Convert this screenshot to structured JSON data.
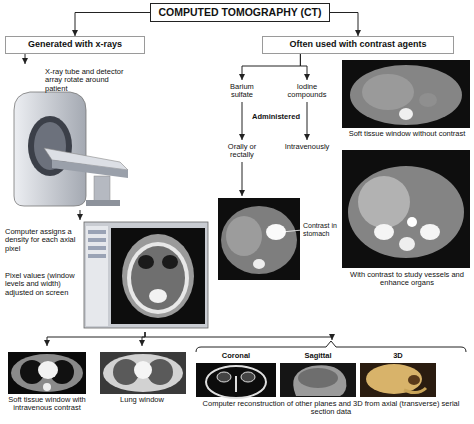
{
  "diagram": {
    "nodes": [
      {
        "text": [
          "COMPUTED TOMOGRAPHY (CT)"
        ]
      },
      {
        "text": [
          "Generated with x-rays"
        ]
      },
      {
        "text": [
          "Often used with contrast agents"
        ]
      },
      {
        "text": [
          "Barium sulfate"
        ]
      },
      {
        "text": [
          "Iodine compounds"
        ]
      },
      {
        "text": [
          "Orally or rectally"
        ]
      },
      {
        "text": [
          "Intravenously"
        ]
      },
      {
        "text": [
          "X-ray tube and detector array rotate around patient"
        ]
      },
      {
        "text": [
          "Computer assigns a density for each axial pixel",
          "Pixel values (window levels and width) adjusted on screen"
        ]
      },
      {
        "text": [
          "Contrast in stomach"
        ]
      },
      {
        "text": [
          "Soft tissue window without contrast"
        ]
      },
      {
        "text": [
          "With contrast to study vessels and enhance organs"
        ]
      },
      {
        "text": [
          "Soft tissue window with intravenous contrast"
        ]
      },
      {
        "text": [
          "Lung window"
        ]
      },
      {
        "text": [
          "Computer reconstruction of other planes and 3D from axial (transverse) serial section data"
        ]
      },
      {
        "text": [
          "Coronal"
        ],
        "in": 14
      },
      {
        "text": [
          "Sagittal"
        ],
        "in": 14
      },
      {
        "text": [
          "3D"
        ],
        "in": 14
      }
    ],
    "edges": [
      {
        "from": 0,
        "to": 1,
        "arrow": "to"
      },
      {
        "from": 0,
        "to": 2,
        "arrow": "to"
      },
      {
        "from": 1,
        "to": 7,
        "arrow": "to"
      },
      {
        "from": 7,
        "to": 8,
        "arrow": "to"
      },
      {
        "from": 2,
        "to": 3,
        "arrow": "to"
      },
      {
        "from": 2,
        "to": 4,
        "arrow": "to"
      },
      {
        "from": 3,
        "to": 5,
        "arrow": "to"
      },
      {
        "from": 4,
        "to": 6,
        "arrow": "to"
      },
      {
        "from": 5,
        "to": 9,
        "arrow": "to"
      },
      {
        "from": 8,
        "to": 12,
        "arrow": "to"
      },
      {
        "from": 8,
        "to": 13,
        "arrow": "to"
      },
      {
        "from": 8,
        "to": 14,
        "arrow": "to"
      }
    ],
    "labels": [
      "Administered"
    ]
  }
}
